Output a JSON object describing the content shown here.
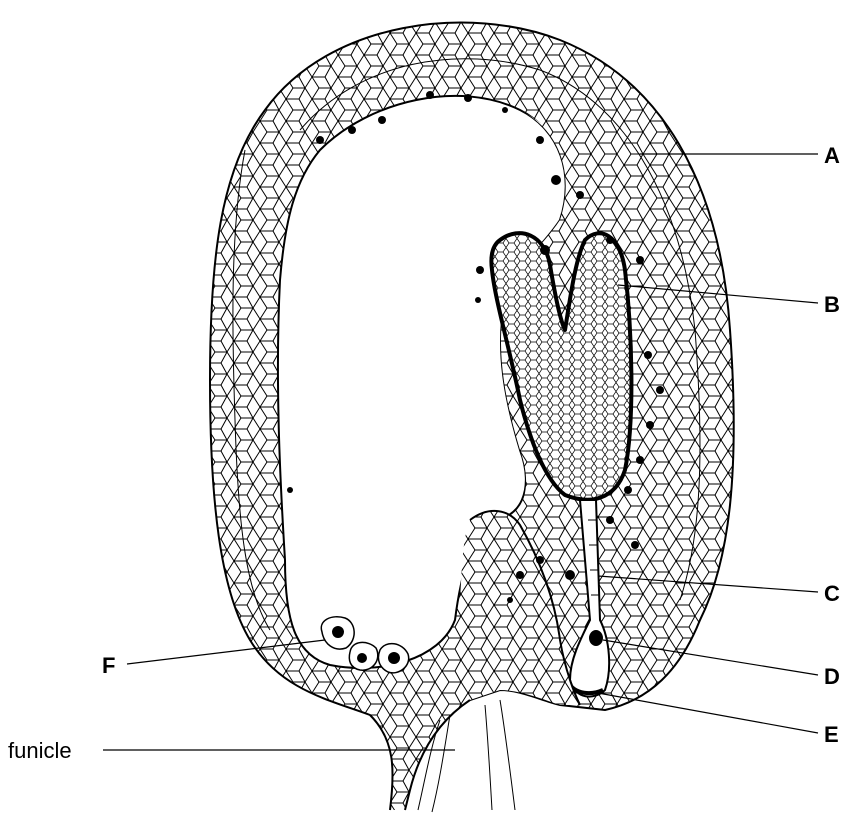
{
  "labels": {
    "A": "A",
    "B": "B",
    "C": "C",
    "D": "D",
    "E": "E",
    "F": "F",
    "funicle": "funicle"
  }
}
